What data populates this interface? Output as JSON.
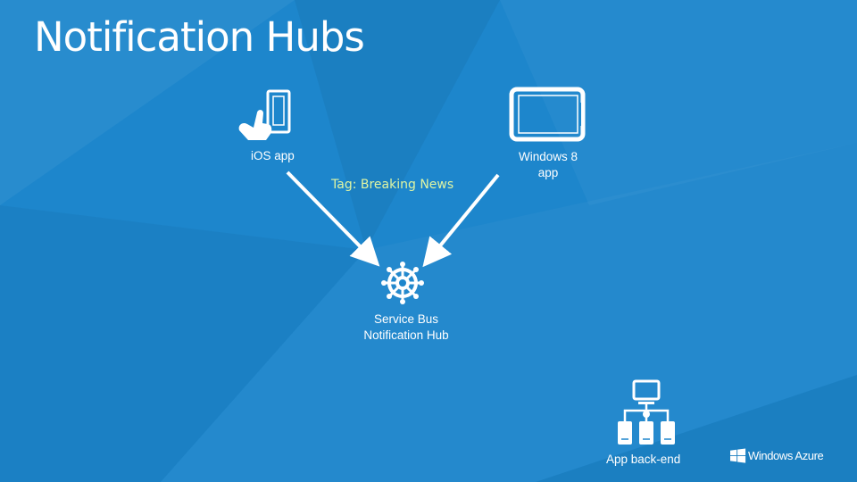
{
  "slide": {
    "title": "Notification Hubs",
    "background_color": "#1d86cc",
    "tag_color": "#dff5a3"
  },
  "nodes": {
    "ios": {
      "label": "iOS app",
      "icon": "touch-phone-icon"
    },
    "windows8": {
      "label_line1": "Windows 8",
      "label_line2": "app",
      "icon": "tablet-icon"
    },
    "hub": {
      "label_line1": "Service Bus",
      "label_line2": "Notification Hub",
      "icon": "ship-wheel-icon"
    },
    "backend": {
      "label": "App back-end",
      "icon": "server-cluster-icon"
    }
  },
  "edges": [
    {
      "from": "ios",
      "to": "hub"
    },
    {
      "from": "windows8",
      "to": "hub"
    }
  ],
  "edge_label": "Tag: Breaking News",
  "brand": {
    "text": "Windows Azure",
    "icon": "windows-logo-icon"
  }
}
